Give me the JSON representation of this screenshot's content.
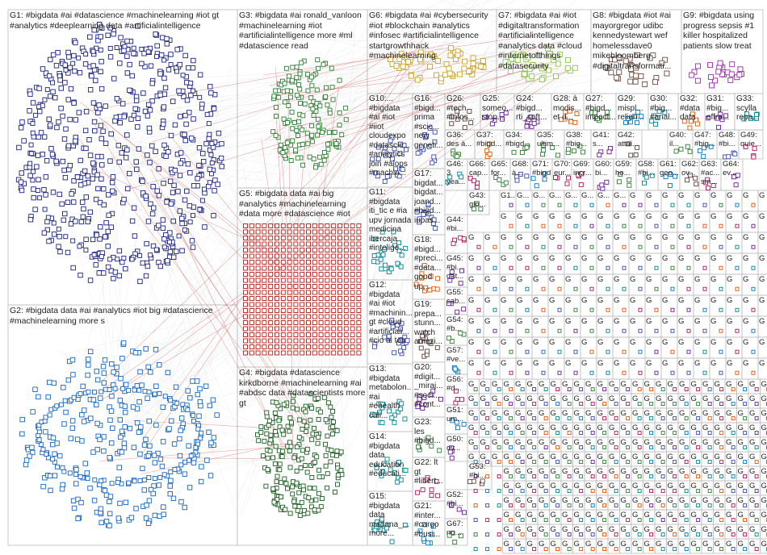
{
  "colors": {
    "border": "#bdbdbd",
    "edge": "#9e9e9e",
    "red": "#c62828",
    "node_dark": "#1a237e",
    "node_blue": "#1565c0",
    "node_green": "#2e7d32",
    "node_darkgreen": "#1b5e20",
    "node_red": "#b71c1c"
  },
  "groups": [
    {
      "id": "G1",
      "label": "G1: #bigdata #ai #datascience #machinelearning #iot gt #analytics #deeplearning data #artificialintelligence"
    },
    {
      "id": "G2",
      "label": "G2: #bigdata data #ai #analytics #iot big #datascience #machinelearning more s"
    },
    {
      "id": "G3",
      "label": "G3: #bigdata #ai ronald_vanloon #machinelearning #iot #artificialintelligence more #ml #datascience read"
    },
    {
      "id": "G4",
      "label": "G4: #bigdata #datascience kirkdborne #machinelearning #ai #abdsc data #datascientists more gt"
    },
    {
      "id": "G5",
      "label": "G5: #bigdata data #ai big #analytics #machinelearning #data more #datascience #iot"
    },
    {
      "id": "G6",
      "label": "G6: #bigdata #ai #cybersecurity #iot #blockchain #analytics #infosec #artificialintelligence startgrowthhack #machinelearning"
    },
    {
      "id": "G7",
      "label": "G7: #bigdata #ai #iot #digitaltransformation #artificialintelligence #analytics data #cloud #internetofthings #datasecurity"
    },
    {
      "id": "G8",
      "label": "G8: #bigdata #iot #ai mayorgregor udibc kennedystewart wef homelessdave0 mikebloomberg #digitaltransformati..."
    },
    {
      "id": "G9",
      "label": "G9: #bigdata using progress sepsis #1 killer hospitalized patients slow treat"
    },
    {
      "id": "G10",
      "label": "G10:... #bigdata #ai #iot #iiot cloudexpo #datascie... #analytics join #aiops #machin..."
    },
    {
      "id": "G11",
      "label": "G11: #bigdata iti_tic e #ia upv jornada medicina ibercaja #intelige..."
    },
    {
      "id": "G12",
      "label": "G12: #bigdata #ai #iot #machinin... gt #cloud #artificiali... #cio ai top"
    },
    {
      "id": "G13",
      "label": "G13: #bigdata metabolon... #ai #ehealth call..."
    },
    {
      "id": "G14",
      "label": "G14: #bigdata data education #educati..."
    },
    {
      "id": "G15",
      "label": "G15: #bigdata data madana_... more..."
    },
    {
      "id": "G16",
      "label": "G16: #bigd... prima #scic... new geneti..."
    },
    {
      "id": "G17",
      "label": "G17: bigdat... bigdat... joand... #bigd... iupas..."
    },
    {
      "id": "G18",
      "label": "G18: #bigd... #preci... #data... good up..."
    },
    {
      "id": "G19",
      "label": "G19: prepa... stunn... watch amazi..."
    },
    {
      "id": "G20",
      "label": "G20: #digit... _miraj... #soci... #cont..."
    },
    {
      "id": "G21",
      "label": "G21: #inter... #cargo #busi..."
    },
    {
      "id": "G22",
      "label": "G22: lt gt #libert..."
    },
    {
      "id": "G23",
      "label": "G23: les #bigd..."
    },
    {
      "id": "G24",
      "label": "G24: #bigd... rti_soft..."
    },
    {
      "id": "G25",
      "label": "G25: someo... stop..."
    },
    {
      "id": "G26",
      "label": "G26: #tech #infos..."
    },
    {
      "id": "G27",
      "label": "G27: #bigd... impact..."
    },
    {
      "id": "G28",
      "label": "G28: à modis... et d..."
    },
    {
      "id": "G29",
      "label": "G29: mispl... relian..."
    },
    {
      "id": "G30",
      "label": "G30: #big... #anal..."
    },
    {
      "id": "G31",
      "label": "G31: #big... effra..."
    },
    {
      "id": "G32",
      "label": "G32: #data data"
    },
    {
      "id": "G33",
      "label": "G33: scylla repa..."
    },
    {
      "id": "G34",
      "label": "G34: #bigd..."
    },
    {
      "id": "G35",
      "label": "G35: ultim..."
    },
    {
      "id": "G36",
      "label": "G36: des à..."
    },
    {
      "id": "G37",
      "label": "G37: #bigd..."
    },
    {
      "id": "G38",
      "label": "G38: #big..."
    },
    {
      "id": "G40",
      "label": "G40: il..."
    },
    {
      "id": "G41",
      "label": "G41: s..."
    },
    {
      "id": "G42",
      "label": "G42: attai..."
    },
    {
      "id": "G43",
      "label": "G43: glo..."
    },
    {
      "id": "G44",
      "label": "G44: #bi..."
    },
    {
      "id": "G45",
      "label": "G45: #bi... dat..."
    },
    {
      "id": "G46",
      "label": "G46: 3 yea..."
    },
    {
      "id": "G47",
      "label": "G47: #big..."
    },
    {
      "id": "G48",
      "label": "G48: #bi..."
    },
    {
      "id": "G49",
      "label": "G49: quie..."
    },
    {
      "id": "G50",
      "label": "G50: ov..."
    },
    {
      "id": "G51",
      "label": "G51: um..."
    },
    {
      "id": "G52",
      "label": "G52: #bi..."
    },
    {
      "id": "G53",
      "label": "G53: #bi..."
    },
    {
      "id": "G54",
      "label": "G54: #b..."
    },
    {
      "id": "G55",
      "label": "G55: sab..."
    },
    {
      "id": "G56",
      "label": "G56: #d..."
    },
    {
      "id": "G57",
      "label": "G57: #ve..."
    },
    {
      "id": "G58",
      "label": "G58: #bi..."
    },
    {
      "id": "G59",
      "label": "G59: ho..."
    },
    {
      "id": "G60",
      "label": "G60: bi..."
    },
    {
      "id": "G61",
      "label": "G61: geo..."
    },
    {
      "id": "G62",
      "label": "G62: ov..."
    },
    {
      "id": "G63",
      "label": "G63: #ac... sm..."
    },
    {
      "id": "G64",
      "label": "G64: ev..."
    },
    {
      "id": "G65",
      "label": "G65: for..."
    },
    {
      "id": "G66",
      "label": "G66: cap..."
    },
    {
      "id": "G67",
      "label": "G67: no..."
    },
    {
      "id": "G68",
      "label": "G68: à..."
    },
    {
      "id": "G69",
      "label": "G69: incr..."
    },
    {
      "id": "G70",
      "label": "G70: eur..."
    },
    {
      "id": "G71",
      "label": "G71: #bigd..."
    }
  ],
  "tiny_groups": [
    {
      "label": "G1..."
    },
    {
      "label": "G..."
    },
    {
      "label": "G..."
    },
    {
      "label": "G..."
    },
    {
      "label": "G..."
    },
    {
      "label": "G..."
    },
    {
      "label": "G..."
    },
    {
      "label": "G..."
    }
  ],
  "tiny_cell_label": "G"
}
